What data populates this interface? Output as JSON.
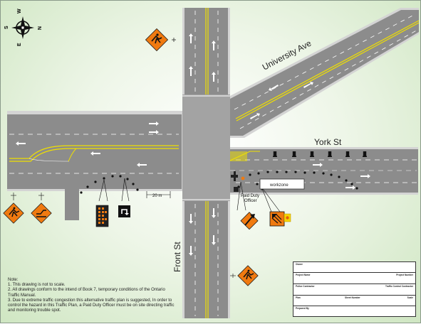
{
  "labels": {
    "university": "University Ave",
    "york": "York St",
    "front": "Front St",
    "workzone": "workzone",
    "distance": "20 m",
    "paid_duty_line1": "Paid Duty",
    "paid_duty_line2": "Officer"
  },
  "compass": {
    "n": "N",
    "s": "S",
    "e": "E",
    "w": "W"
  },
  "notes": {
    "heading": "Note:",
    "n1": "1. This drawing is not to scale.",
    "n2": "2. All drawings conform to the intend of Book 7,  temporary conditions of the Ontario Traffic Manual.",
    "n3": "3. Due to extreme traffic congestion this alternative traffic plan is suggested, In order to control the hazard in this Traffic Plan, a Paid Duty Officer must be on site directing traffic and monitoring trouble spot."
  },
  "title_block": {
    "owner": "Owner",
    "project_name": "Project Name",
    "project_number": "Project Number",
    "police_contractor": "Police Contractor",
    "traffic_control_contractor": "Traffic Control Contractor",
    "plan": "Plan",
    "sheet_number": "Sheet Number",
    "scale": "Scale",
    "prepared_by": "Prepared By"
  },
  "colors": {
    "road": "#8c8c8c",
    "intersection": "#a3a3a3",
    "curb": "#d2d2d2",
    "centerline": "#f0e000",
    "sign_orange": "#f07a10",
    "cone": "#111111"
  }
}
